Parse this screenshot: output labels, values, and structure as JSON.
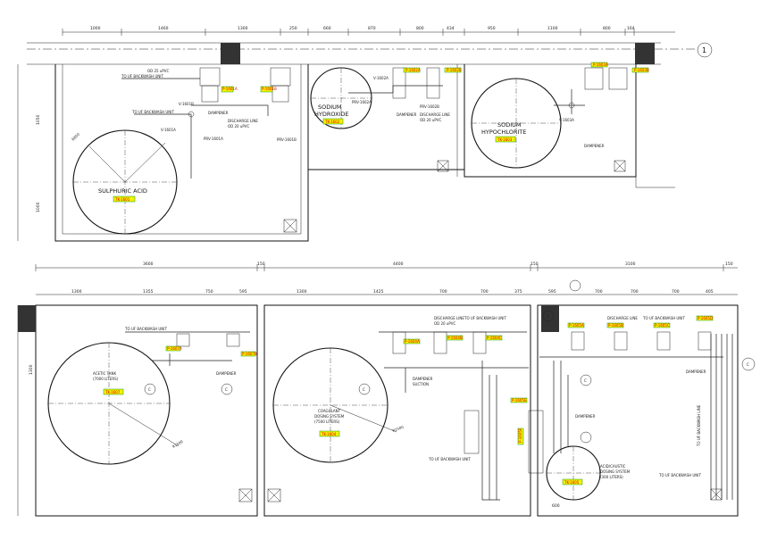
{
  "grid": {
    "bubble": "1"
  },
  "top": {
    "dims": [
      "1000",
      "1460",
      "1300",
      "250",
      "660",
      "870",
      "800",
      "434",
      "950",
      "1100",
      "800",
      "164"
    ],
    "side_dims": [
      "1050",
      "1000"
    ],
    "tanks": [
      {
        "name": "SULPHURIC ACID",
        "tag": "TK-1601",
        "radius": "R800"
      },
      {
        "name_line1": "SODIUM",
        "name_line2": "HYDROXIDE",
        "tag": "TK-1602"
      },
      {
        "name_line1": "SODIUM",
        "name_line2": "HYPOCHLORITE",
        "tag": "TK-1603"
      }
    ],
    "pumps": [
      "P-1601A",
      "P-1601B",
      "P-1602A",
      "P-1602B",
      "P-1603A",
      "P-1603B"
    ],
    "lines": {
      "backwash": "TO UF BACKWASH UNIT",
      "od_upvc": "OD 25 uPVC",
      "od_upvc_2": "OD 20 uPVC",
      "discharge": "DISCHARGE LINE",
      "dampener": "DAMPENER",
      "valve_1": "V-1601A",
      "valve_2": "V-1601B",
      "valve_3": "V-1602A",
      "valve_4": "V-1603A",
      "prv_1": "PRV-1601A",
      "prv_2": "PRV-1601B",
      "prv_3": "PRV-1602A",
      "prv_4": "PRV-1602B"
    }
  },
  "bottom": {
    "dims": [
      "3600",
      "150",
      "4400",
      "150",
      "3100",
      "150"
    ],
    "sub_dims": [
      "1300",
      "1355",
      "750",
      "595",
      "1300",
      "1425",
      "700",
      "700",
      "375",
      "595",
      "700",
      "700",
      "700",
      "405"
    ],
    "side_dims": [
      "1300",
      "600"
    ],
    "tanks": [
      {
        "name_line1": "ACETIC TANK",
        "name_line2": "(7000 LITERS)",
        "tag": "TK-1607",
        "radius": "R1500"
      },
      {
        "name_line1": "COAGULANT",
        "name_line2": "DOSING SYSTEM",
        "name_line3": "(7500 LITERS)",
        "tag": "TK-1604",
        "radius": "R1500"
      },
      {
        "name_line1": "ACID/CAUSTIC",
        "name_line2": "DOSING SYSTEM",
        "name_line3": "(300 LITERS)",
        "tag": "TK-1605"
      }
    ],
    "pumps": [
      "P-1607A",
      "P-1607B",
      "P-1604A",
      "P-1604B",
      "P-1604C",
      "P-1605A",
      "P-1605B",
      "P-1605C",
      "P-1605D",
      "P-1605E",
      "P-1605F"
    ],
    "lines": {
      "backwash": "TO UF BACKWASH UNIT",
      "discharge": "DISCHARGE LINE",
      "od": "OD 20 uPVC",
      "dampener": "DAMPENER",
      "suction": "SUCTION",
      "vertical": "TO UF BACKWASH LINE"
    },
    "section_marks": [
      "C",
      "C",
      "C",
      "C",
      "C",
      "C"
    ]
  }
}
